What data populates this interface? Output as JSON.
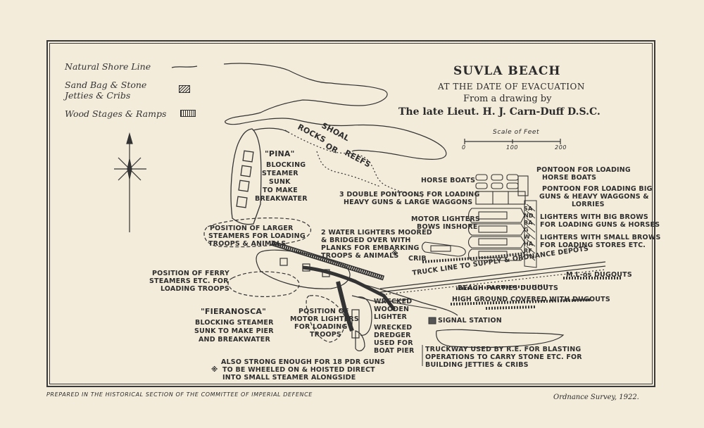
{
  "title": {
    "main": "SUVLA BEACH",
    "line2": "AT THE DATE OF EVACUATION",
    "line3": "From a drawing by",
    "line4": "The late Lieut. H. J. Carn-Duff D.S.C."
  },
  "legend": {
    "shore": "Natural Shore Line",
    "sand_1": "Sand Bag & Stone",
    "sand_2": "Jetties & Cribs",
    "wood": "Wood Stages & Ramps"
  },
  "scale": {
    "title": "Scale of Feet",
    "ticks": [
      "0",
      "100",
      "200"
    ]
  },
  "labels": {
    "shoal": "SHOAL",
    "rocks": "ROCKS",
    "or": "OR",
    "reefs": "REEFS",
    "pina_name": "\"PINA\"",
    "pina_desc": [
      "BLOCKING",
      "STEAMER",
      "SUNK",
      "TO MAKE",
      "BREAKWATER"
    ],
    "larger_steamers": [
      "POSITION OF LARGER",
      "STEAMERS FOR LOADING",
      "TROOPS & ANIMALS"
    ],
    "water_lighters": [
      "2 WATER LIGHTERS MOORED",
      "& BRIDGED OVER WITH",
      "PLANKS FOR EMBARKING",
      "TROOPS & ANIMALS"
    ],
    "asterisk": "※",
    "ferry": [
      "POSITION OF FERRY",
      "STEAMERS ETC. FOR",
      "LOADING TROOPS"
    ],
    "fieranosca_name": "\"FIERANOSCA\"",
    "fieranosca_desc": [
      "BLOCKING STEAMER",
      "SUNK TO MAKE PIER",
      "AND BREAKWATER"
    ],
    "motor_lighters_pos": [
      "POSITION OF",
      "MOTOR LIGHTERS",
      "FOR LOADING",
      "TROOPS"
    ],
    "wrecked_lighter": [
      "WRECKED",
      "WOODEN",
      "LIGHTER"
    ],
    "wrecked_dredger": [
      "WRECKED",
      "DREDGER",
      "USED FOR",
      "BOAT PIER"
    ],
    "horse_boats": "HORSE BOATS",
    "double_pontoons": [
      "3 DOUBLE PONTOONS FOR LOADING",
      "HEAVY GUNS & LARGE WAGGONS"
    ],
    "motor_lighters": [
      "MOTOR LIGHTERS",
      "BOWS INSHORE"
    ],
    "pontoon_horse": [
      "PONTOON FOR LOADING",
      "HORSE BOATS"
    ],
    "pontoon_guns": [
      "PONTOON FOR LOADING BIG",
      "GUNS & HEAVY WAGGONS &",
      "LORRIES"
    ],
    "big_brows": [
      "LIGHTERS WITH BIG BROWS",
      "FOR LOADING GUNS & HORSES"
    ],
    "small_brows": [
      "LIGHTERS WITH SMALL BROWS",
      "FOR LOADING STORES ETC."
    ],
    "sandbag_wharf": "SANDBAG WHARF",
    "crib": "CRIB",
    "truck_line": "TRUCK LINE TO SUPPLY & ORDNANCE DEPOTS",
    "ml_dugouts": "M.L-os DUGOUTS",
    "beach_dugouts": "BEACH PARTIES DUGOUTS",
    "high_ground": "HIGH GROUND COVERED WITH DUGOUTS",
    "signal": "SIGNAL STATION",
    "truckway": [
      "TRUCKWAY USED BY R.E. FOR BLASTING",
      "OPERATIONS TO CARRY STONE ETC. FOR",
      "BUILDING JETTIES & CRIBS"
    ],
    "also_strong": [
      "ALSO STRONG ENOUGH FOR 18 PDR GUNS",
      "TO BE WHEELED ON & HOISTED DIRECT",
      "INTO SMALL STEAMER ALONGSIDE"
    ]
  },
  "footer": {
    "prepared": "PREPARED IN THE HISTORICAL SECTION OF THE COMMITTEE OF IMPERIAL DEFENCE",
    "survey": "Ordnance Survey, 1922."
  },
  "colors": {
    "paper": "#f3ecdb",
    "ink": "#2e2e2e"
  }
}
